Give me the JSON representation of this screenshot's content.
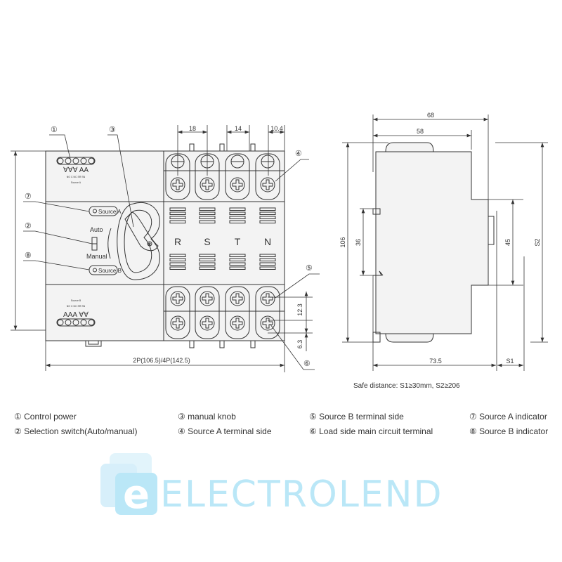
{
  "front_view": {
    "phase_labels": [
      "R",
      "S",
      "T",
      "N"
    ],
    "source_a_button": "Source A",
    "source_b_button": "Source B",
    "auto_label": "Auto",
    "manual_label": "Manual",
    "top_block_label": "Source A",
    "bottom_block_label": "Source B",
    "terminal_codes": [
      "NO",
      "C",
      "NC",
      "SR",
      "SN"
    ],
    "dimensions": {
      "pitch_1": "18",
      "pitch_2": "14",
      "pitch_3": "10.4",
      "width": "2P(106.5)/4P(142.5)",
      "terminal_height": "12.3",
      "terminal_offset": "6.3"
    },
    "callouts": [
      "①",
      "②",
      "③",
      "④",
      "⑤",
      "⑥",
      "⑦",
      "⑧"
    ]
  },
  "side_view": {
    "dimensions": {
      "overall_depth": "68",
      "front_depth": "58",
      "height": "106",
      "rail_slot": "36",
      "front_height": "45",
      "s2": "S2",
      "total_depth": "73.5",
      "s1": "S1"
    },
    "safe_distance": "Safe distance:  S1≥30mm,  S2≥206"
  },
  "legend": [
    {
      "num": "①",
      "text": "Control power"
    },
    {
      "num": "②",
      "text": "Selection switch(Auto/manual)"
    },
    {
      "num": "③",
      "text": "manual knob"
    },
    {
      "num": "④",
      "text": "Source A terminal side"
    },
    {
      "num": "⑤",
      "text": "Source B terminal side"
    },
    {
      "num": "⑥",
      "text": "Load side main circuit terminal"
    },
    {
      "num": "⑦",
      "text": "Source A indicator"
    },
    {
      "num": "⑧",
      "text": "Source B indicator"
    }
  ],
  "watermark": {
    "text": "ELECTROLEND",
    "color": "#b3e5f7"
  }
}
